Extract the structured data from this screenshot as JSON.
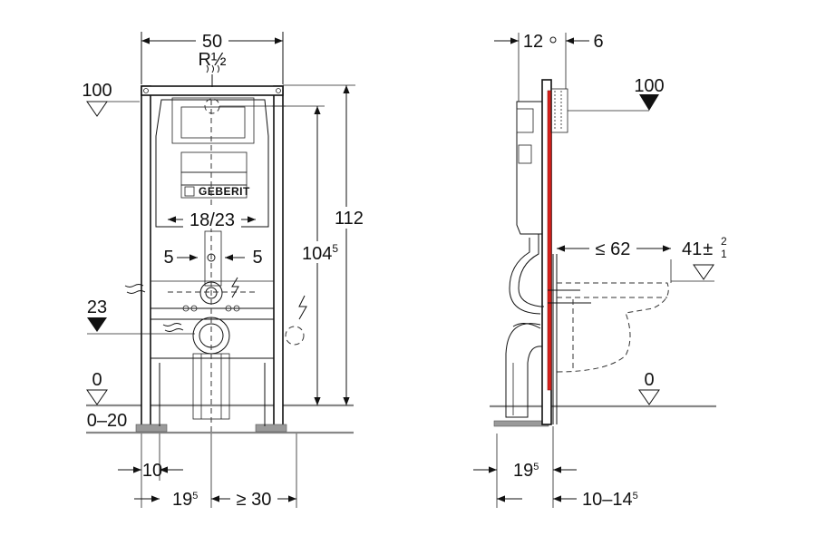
{
  "brand": {
    "logo_text": "GEBERIT",
    "accent_color": "#d6201b"
  },
  "front_view": {
    "width_label": "50",
    "connection_label": "R½",
    "top_level_label": "100",
    "total_height_label": "112",
    "frame_height_label": "104",
    "frame_height_sup": "5",
    "bolt_spacing_label": "18/23",
    "offset_left_label": "5",
    "offset_right_label": "5",
    "drain_level_label": "23",
    "floor_level_label": "0",
    "floor_range_label": "0–20",
    "foot_offset_label": "10",
    "drain_offset_label": "19",
    "drain_offset_sup": "5",
    "min_side_label": "≥ 30"
  },
  "side_view": {
    "depth_top_left_label": "12",
    "depth_top_right_label": "6",
    "top_level_label": "100",
    "bowl_depth_label": "≤ 62",
    "seat_height_label": "41",
    "seat_tol_plus": "2",
    "seat_tol_minus": "1",
    "floor_level_label": "0",
    "drain_offset_label": "19",
    "drain_offset_sup": "5",
    "wall_depth_label": "10–14",
    "wall_depth_sup": "5"
  },
  "icons": [
    "water-supply-icon",
    "electric-icon",
    "level-marker-icon",
    "arrow-icon"
  ]
}
